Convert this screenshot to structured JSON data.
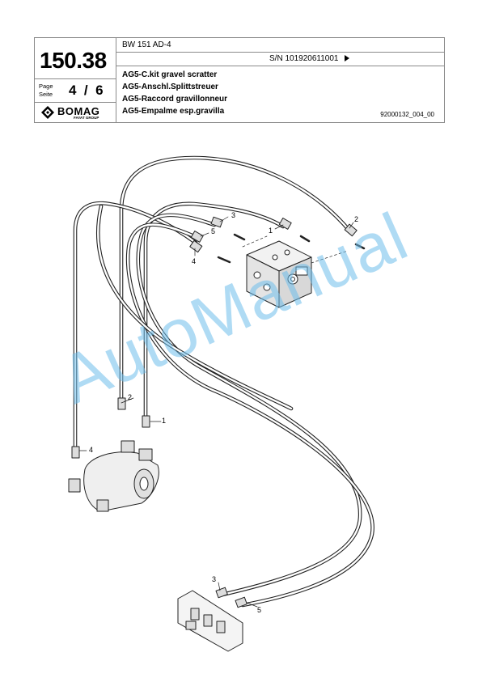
{
  "header": {
    "model": "BW 151 AD-4",
    "serial": "S/N 101920611001",
    "group_number": "150.38",
    "page_label_line1": "Page",
    "page_label_line2": "Seite",
    "page_number": "4  /  6",
    "titles": [
      "AG5-C.kit gravel scratter",
      "AG5-Anschl.Splittstreuer",
      "AG5-Raccord gravillonneur",
      "AG5-Empalme esp.gravilla"
    ],
    "document_ref": "92000132_004_00",
    "logo_brand": "BOMAG",
    "logo_group": "FAYAT GROUP"
  },
  "callouts": [
    "3",
    "1",
    "2",
    "5",
    "4",
    "2",
    "1",
    "4",
    "3",
    "5"
  ],
  "watermark": "AutoManual",
  "colors": {
    "watermark": "#6ebeeb",
    "frame": "#8a8a8a"
  }
}
